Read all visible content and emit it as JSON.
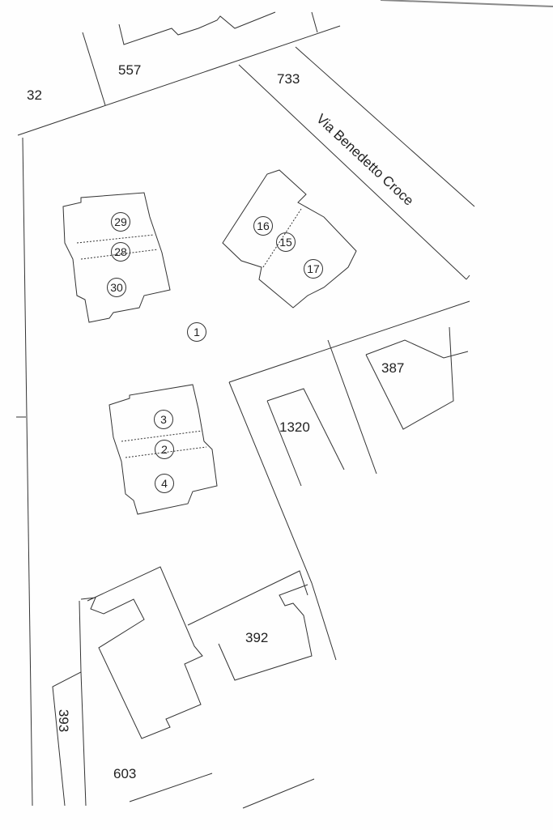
{
  "parcels": [
    "32",
    "557",
    "733",
    "387",
    "1320",
    "392",
    "393",
    "603"
  ],
  "street": "Via Benedetto Croce",
  "subunits": [
    "29",
    "28",
    "30",
    "16",
    "15",
    "17",
    "1",
    "3",
    "2",
    "4"
  ]
}
